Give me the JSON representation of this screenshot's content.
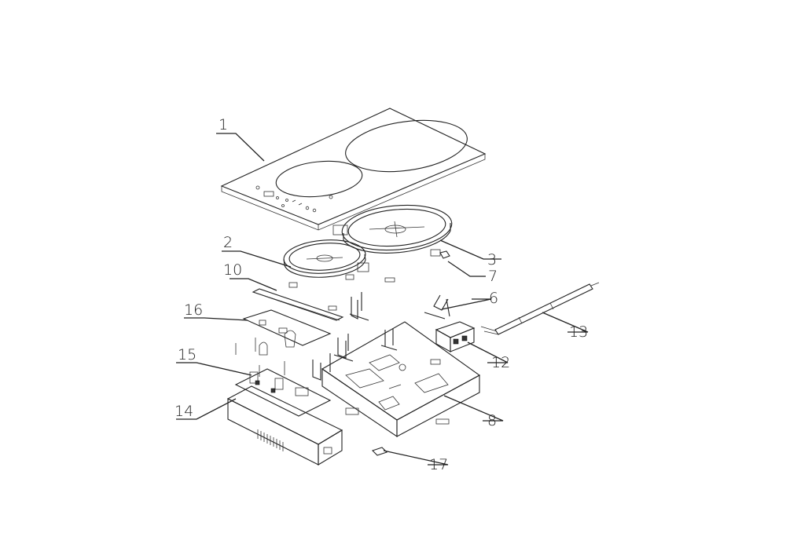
{
  "callouts": [
    {
      "id": "1",
      "text": "1"
    },
    {
      "id": "2",
      "text": "2"
    },
    {
      "id": "3",
      "text": "3"
    },
    {
      "id": "6",
      "text": "6"
    },
    {
      "id": "7",
      "text": "7"
    },
    {
      "id": "8",
      "text": "8"
    },
    {
      "id": "10",
      "text": "10"
    },
    {
      "id": "12",
      "text": "12"
    },
    {
      "id": "13",
      "text": "13"
    },
    {
      "id": "14",
      "text": "14"
    },
    {
      "id": "15",
      "text": "15"
    },
    {
      "id": "16",
      "text": "16"
    },
    {
      "id": "17",
      "text": "17"
    }
  ],
  "colors": {
    "ink": "#222222",
    "background": "#ffffff"
  }
}
